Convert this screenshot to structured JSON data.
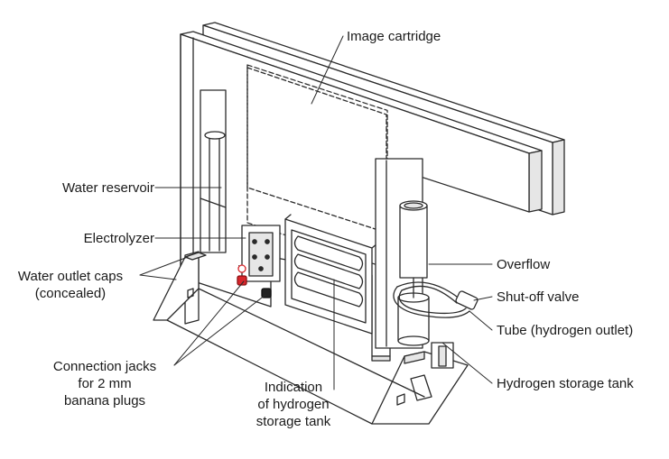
{
  "labels": {
    "image_cartridge": "Image cartridge",
    "water_reservoir": "Water reservoir",
    "electrolyzer": "Electrolyzer",
    "water_outlet_caps": [
      "Water outlet caps",
      "(concealed)"
    ],
    "connection_jacks": [
      "Connection jacks",
      "for 2 mm",
      "banana plugs"
    ],
    "indication": [
      "Indication",
      "of hydrogen",
      "storage tank"
    ],
    "overflow": "Overflow",
    "shutoff_valve": "Shut-off valve",
    "tube": "Tube (hydrogen outlet)",
    "hydrogen_tank": "Hydrogen storage tank"
  },
  "colors": {
    "line": "#2a2a2a",
    "fill": "#ffffff",
    "shade": "#e6e6e6",
    "accent_red": "#d8262b",
    "jack_black": "#222222"
  }
}
